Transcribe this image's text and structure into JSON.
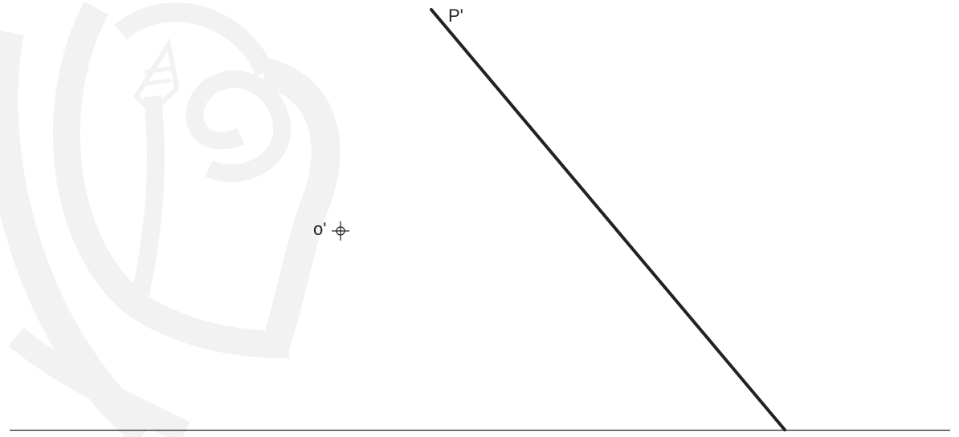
{
  "labels": {
    "plane_trace": "P'",
    "point": "o'"
  },
  "watermark": {
    "description_icon": "logo-watermark"
  },
  "colors": {
    "ink": "#222222",
    "watermark": "#f2f2f2",
    "background": "#ffffff"
  }
}
